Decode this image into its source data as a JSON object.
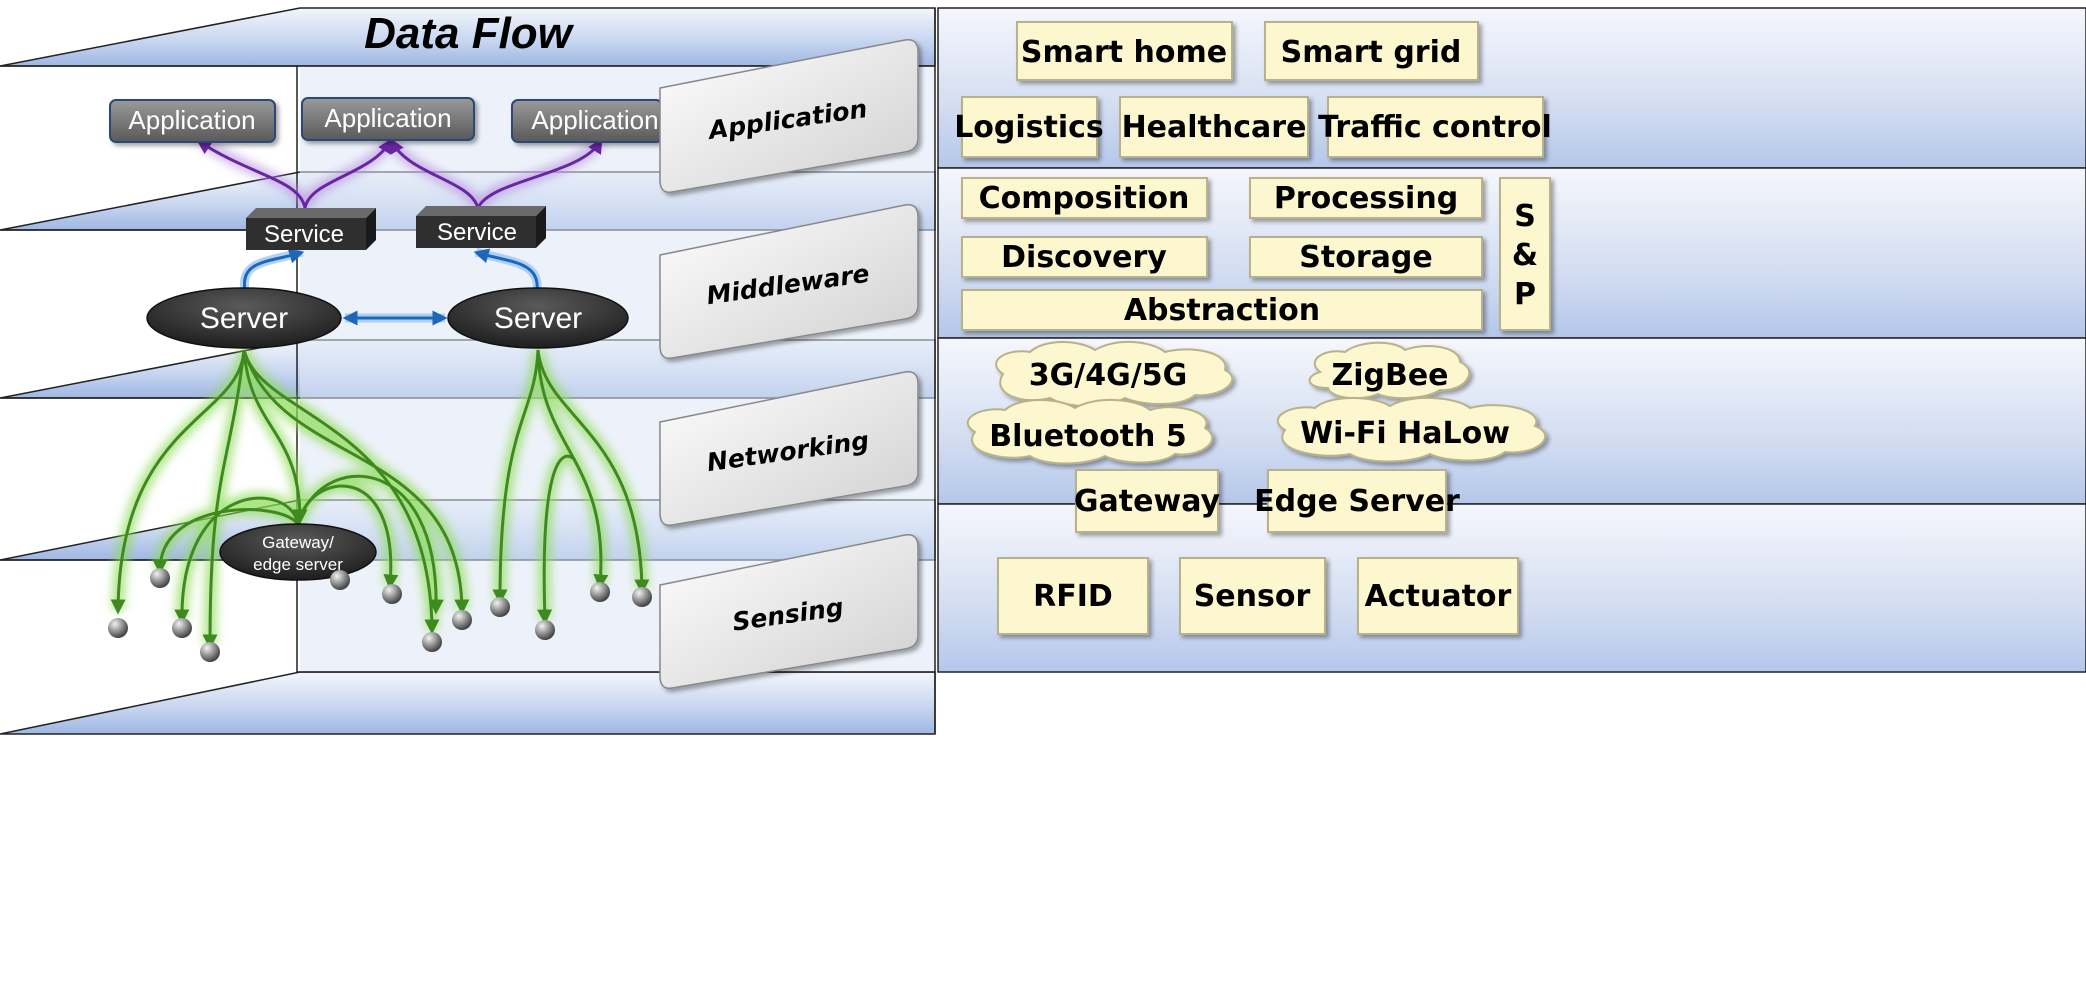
{
  "title": "Data Flow",
  "layers": {
    "application": "Application",
    "middleware": "Middleware",
    "networking": "Networking",
    "sensing": "Sensing"
  },
  "flow": {
    "applications": [
      "Application",
      "Application",
      "Application"
    ],
    "services": [
      "Service",
      "Service"
    ],
    "servers": [
      "Server",
      "Server"
    ],
    "gateway_line1": "Gateway/",
    "gateway_line2": "edge server"
  },
  "application_boxes": [
    "Smart home",
    "Smart grid",
    "Logistics",
    "Healthcare",
    "Traffic control"
  ],
  "middleware_boxes": {
    "composition": "Composition",
    "processing": "Processing",
    "discovery": "Discovery",
    "storage": "Storage",
    "abstraction": "Abstraction",
    "sp_line1": "S",
    "sp_line2": "&",
    "sp_line3": "P"
  },
  "networking_clouds": [
    "3G/4G/5G",
    "ZigBee",
    "Bluetooth 5",
    "Wi-Fi HaLow"
  ],
  "networking_boxes": [
    "Gateway",
    "Edge Server"
  ],
  "sensing_boxes": [
    "RFID",
    "Sensor",
    "Actuator"
  ],
  "colors": {
    "slab_light": "#eef2fa",
    "slab_dark": "#a9bfe6",
    "tag_box": "#fcf7cf",
    "app_arrow": "#7b32b5",
    "service_arrow": "#2e7fd4",
    "green_arrow": "#4f9a2b",
    "node_dark": "#3a3a3a"
  }
}
